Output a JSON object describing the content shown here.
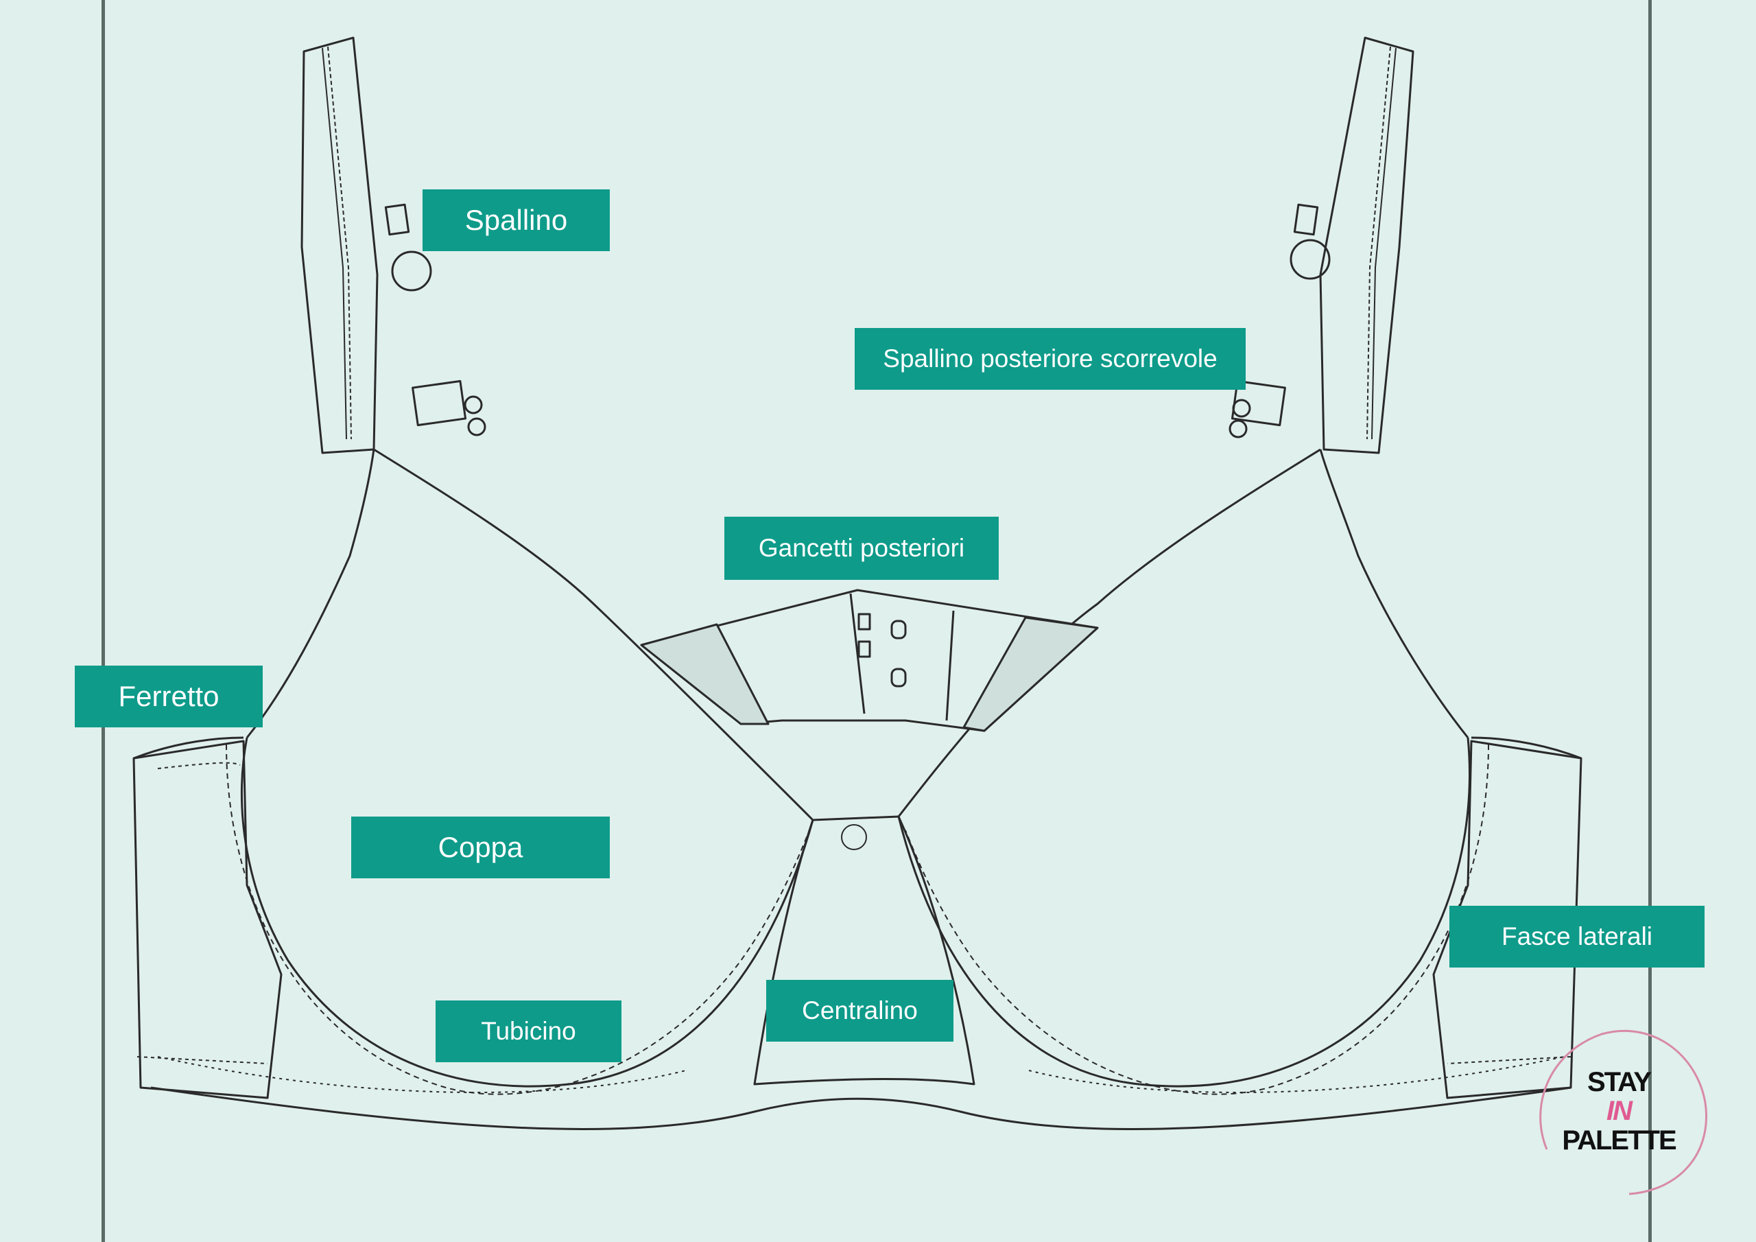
{
  "labels": {
    "spallino": "Spallino",
    "spallino_posteriore": "Spallino posteriore scorrevole",
    "gancetti": "Gancetti posteriori",
    "ferretto": "Ferretto",
    "coppa": "Coppa",
    "tubicino": "Tubicino",
    "centralino": "Centralino",
    "fasce_laterali": "Fasce laterali"
  },
  "logo": {
    "line1": "STAY",
    "line2": "IN",
    "line3": "PALETTE"
  },
  "colors": {
    "background": "#e0f0ec",
    "label_fill": "#0e9b8a",
    "label_text": "#ffffff",
    "outline": "#2a2a2a",
    "logo_ring": "#d88aa8",
    "logo_accent": "#e05a92"
  }
}
